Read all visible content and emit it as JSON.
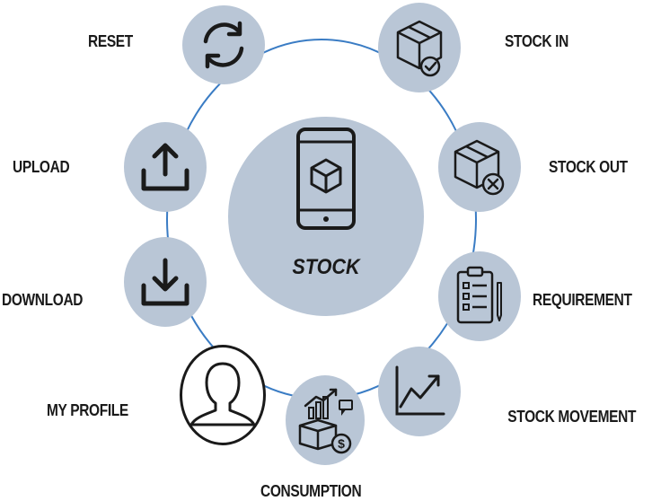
{
  "center": {
    "label": "STOCK",
    "icon": "phone-cube-icon"
  },
  "nodes": [
    {
      "label": "RESET",
      "icon": "refresh-icon"
    },
    {
      "label": "STOCK IN",
      "icon": "box-check-icon"
    },
    {
      "label": "STOCK OUT",
      "icon": "box-x-icon"
    },
    {
      "label": "UPLOAD",
      "icon": "upload-icon"
    },
    {
      "label": "REQUIREMENT",
      "icon": "clipboard-checklist-icon"
    },
    {
      "label": "DOWNLOAD",
      "icon": "download-icon"
    },
    {
      "label": "MY PROFILE",
      "icon": "user-profile-icon"
    },
    {
      "label": "STOCK MOVEMENT",
      "icon": "trend-chart-icon"
    },
    {
      "label": "CONSUMPTION",
      "icon": "consumption-icon"
    }
  ],
  "colors": {
    "node_fill": "#b9c6d6",
    "ring": "#3a7cc4",
    "ink": "#1a1a1a"
  }
}
